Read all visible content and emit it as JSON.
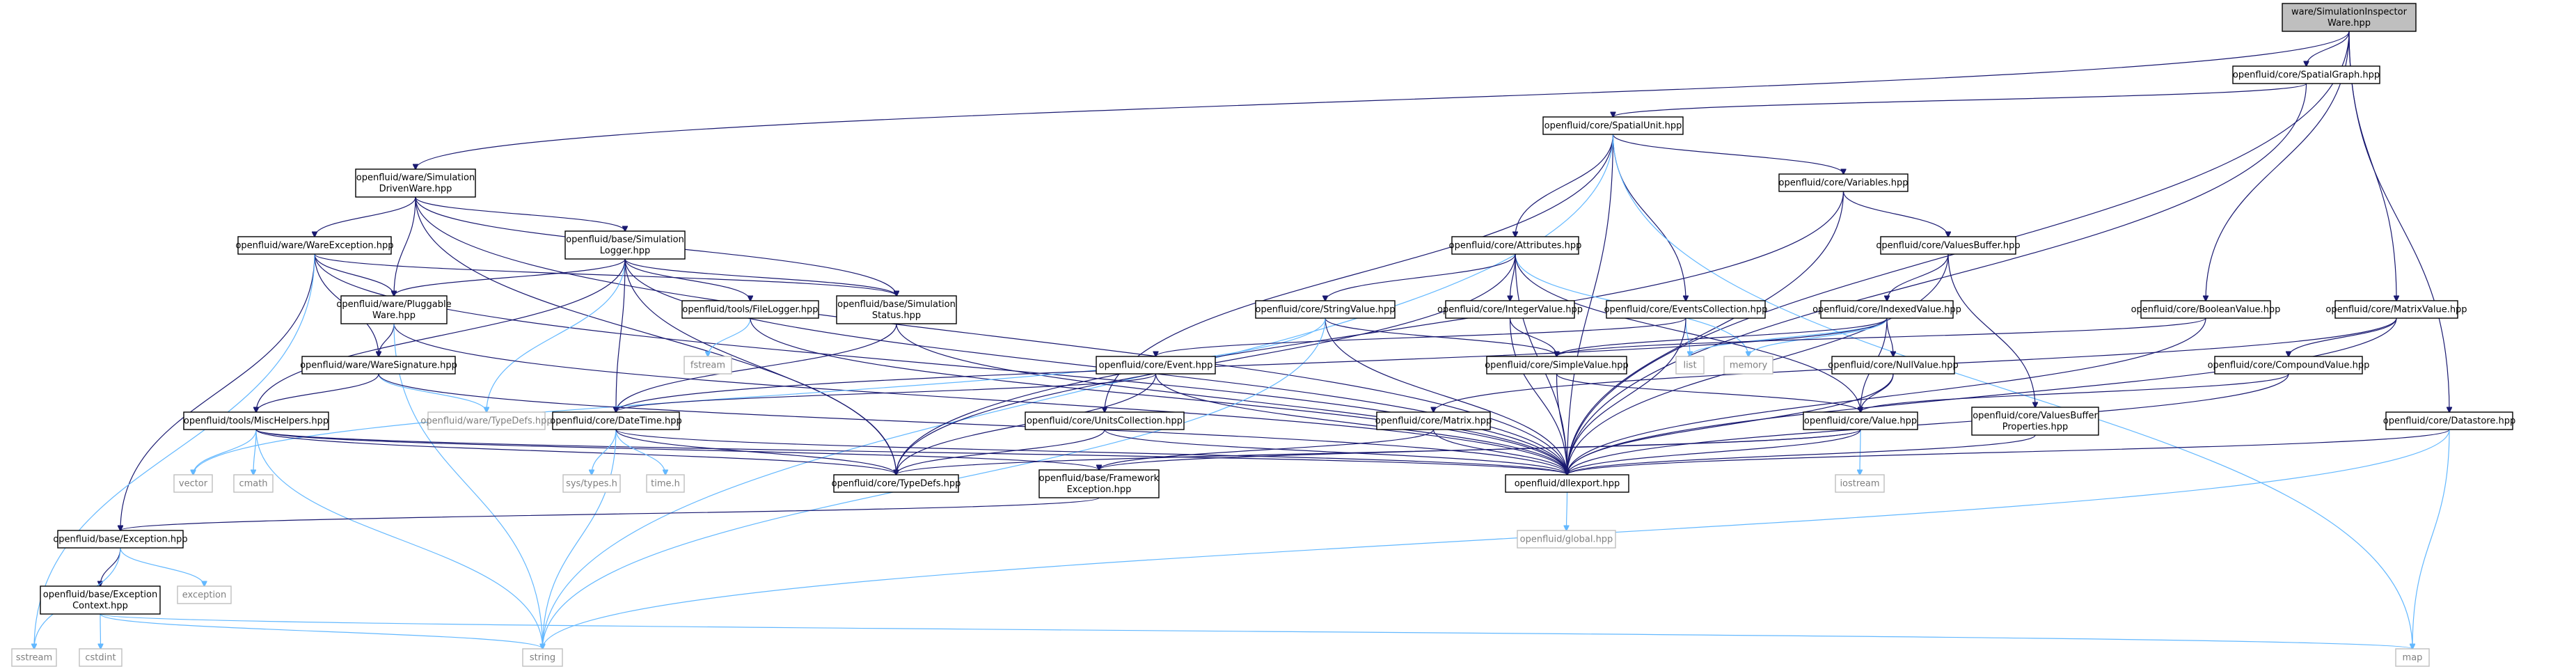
{
  "graph": {
    "nodes": [
      {
        "id": "root",
        "lines": [
          "ware/SimulationInspector",
          "Ware.hpp"
        ],
        "kind": "root"
      },
      {
        "id": "spatialgraph",
        "lines": [
          "openfluid/core/SpatialGraph.hpp"
        ],
        "kind": "header"
      },
      {
        "id": "spatialunit",
        "lines": [
          "openfluid/core/SpatialUnit.hpp"
        ],
        "kind": "header"
      },
      {
        "id": "simdriven",
        "lines": [
          "openfluid/ware/Simulation",
          "DrivenWare.hpp"
        ],
        "kind": "header"
      },
      {
        "id": "variables",
        "lines": [
          "openfluid/core/Variables.hpp"
        ],
        "kind": "header"
      },
      {
        "id": "wareexc",
        "lines": [
          "openfluid/ware/WareException.hpp"
        ],
        "kind": "header"
      },
      {
        "id": "simlogger",
        "lines": [
          "openfluid/base/Simulation",
          "Logger.hpp"
        ],
        "kind": "header"
      },
      {
        "id": "attributes",
        "lines": [
          "openfluid/core/Attributes.hpp"
        ],
        "kind": "header"
      },
      {
        "id": "valuesbuffer",
        "lines": [
          "openfluid/core/ValuesBuffer.hpp"
        ],
        "kind": "header"
      },
      {
        "id": "pluggable",
        "lines": [
          "openfluid/ware/Pluggable",
          "Ware.hpp"
        ],
        "kind": "header"
      },
      {
        "id": "filelogger",
        "lines": [
          "openfluid/tools/FileLogger.hpp"
        ],
        "kind": "header"
      },
      {
        "id": "simstatus",
        "lines": [
          "openfluid/base/Simulation",
          "Status.hpp"
        ],
        "kind": "header"
      },
      {
        "id": "stringvalue",
        "lines": [
          "openfluid/core/StringValue.hpp"
        ],
        "kind": "header"
      },
      {
        "id": "integervalue",
        "lines": [
          "openfluid/core/IntegerValue.hpp"
        ],
        "kind": "header"
      },
      {
        "id": "eventscoll",
        "lines": [
          "openfluid/core/EventsCollection.hpp"
        ],
        "kind": "header"
      },
      {
        "id": "indexedvalue",
        "lines": [
          "openfluid/core/IndexedValue.hpp"
        ],
        "kind": "header"
      },
      {
        "id": "booleanvalue",
        "lines": [
          "openfluid/core/BooleanValue.hpp"
        ],
        "kind": "header"
      },
      {
        "id": "matrixvalue",
        "lines": [
          "openfluid/core/MatrixValue.hpp"
        ],
        "kind": "header"
      },
      {
        "id": "waresig",
        "lines": [
          "openfluid/ware/WareSignature.hpp"
        ],
        "kind": "header"
      },
      {
        "id": "event",
        "lines": [
          "openfluid/core/Event.hpp"
        ],
        "kind": "header"
      },
      {
        "id": "simplevalue",
        "lines": [
          "openfluid/core/SimpleValue.hpp"
        ],
        "kind": "header"
      },
      {
        "id": "nullvalue",
        "lines": [
          "openfluid/core/NullValue.hpp"
        ],
        "kind": "header"
      },
      {
        "id": "compoundvalue",
        "lines": [
          "openfluid/core/CompoundValue.hpp"
        ],
        "kind": "header"
      },
      {
        "id": "mischelpers",
        "lines": [
          "openfluid/tools/MiscHelpers.hpp"
        ],
        "kind": "header"
      },
      {
        "id": "datetime",
        "lines": [
          "openfluid/core/DateTime.hpp"
        ],
        "kind": "header"
      },
      {
        "id": "unitscoll",
        "lines": [
          "openfluid/core/UnitsCollection.hpp"
        ],
        "kind": "header"
      },
      {
        "id": "matrix",
        "lines": [
          "openfluid/core/Matrix.hpp"
        ],
        "kind": "header"
      },
      {
        "id": "value",
        "lines": [
          "openfluid/core/Value.hpp"
        ],
        "kind": "header"
      },
      {
        "id": "valuesbufprops",
        "lines": [
          "openfluid/core/ValuesBuffer",
          "Properties.hpp"
        ],
        "kind": "header"
      },
      {
        "id": "datastore",
        "lines": [
          "openfluid/core/Datastore.hpp"
        ],
        "kind": "header"
      },
      {
        "id": "typedefs",
        "lines": [
          "openfluid/core/TypeDefs.hpp"
        ],
        "kind": "header"
      },
      {
        "id": "fwexception",
        "lines": [
          "openfluid/base/Framework",
          "Exception.hpp"
        ],
        "kind": "header"
      },
      {
        "id": "dllexport",
        "lines": [
          "openfluid/dllexport.hpp"
        ],
        "kind": "header"
      },
      {
        "id": "exception",
        "lines": [
          "openfluid/base/Exception.hpp"
        ],
        "kind": "header"
      },
      {
        "id": "exccontext",
        "lines": [
          "openfluid/base/Exception",
          "Context.hpp"
        ],
        "kind": "header"
      },
      {
        "id": "waretypedefs",
        "lines": [
          "openfluid/ware/TypeDefs.hpp"
        ],
        "kind": "ext"
      },
      {
        "id": "fstream",
        "lines": [
          "fstream"
        ],
        "kind": "ext"
      },
      {
        "id": "list",
        "lines": [
          "list"
        ],
        "kind": "ext"
      },
      {
        "id": "memory",
        "lines": [
          "memory"
        ],
        "kind": "ext"
      },
      {
        "id": "vector",
        "lines": [
          "vector"
        ],
        "kind": "ext"
      },
      {
        "id": "cmath",
        "lines": [
          "cmath"
        ],
        "kind": "ext"
      },
      {
        "id": "systypes",
        "lines": [
          "sys/types.h"
        ],
        "kind": "ext"
      },
      {
        "id": "timeh",
        "lines": [
          "time.h"
        ],
        "kind": "ext"
      },
      {
        "id": "iostream",
        "lines": [
          "iostream"
        ],
        "kind": "ext"
      },
      {
        "id": "global",
        "lines": [
          "openfluid/global.hpp"
        ],
        "kind": "ext"
      },
      {
        "id": "stdexception",
        "lines": [
          "exception"
        ],
        "kind": "ext"
      },
      {
        "id": "sstream",
        "lines": [
          "sstream"
        ],
        "kind": "ext"
      },
      {
        "id": "cstdint",
        "lines": [
          "cstdint"
        ],
        "kind": "ext"
      },
      {
        "id": "string",
        "lines": [
          "string"
        ],
        "kind": "ext"
      },
      {
        "id": "map",
        "lines": [
          "map"
        ],
        "kind": "ext"
      }
    ],
    "edges": [
      [
        "root",
        "spatialgraph"
      ],
      [
        "root",
        "simdriven"
      ],
      [
        "root",
        "booleanvalue"
      ],
      [
        "root",
        "matrixvalue"
      ],
      [
        "root",
        "datastore"
      ],
      [
        "root",
        "dllexport"
      ],
      [
        "spatialgraph",
        "spatialunit"
      ],
      [
        "spatialgraph",
        "dllexport"
      ],
      [
        "spatialunit",
        "variables"
      ],
      [
        "spatialunit",
        "attributes"
      ],
      [
        "spatialunit",
        "eventscoll"
      ],
      [
        "spatialunit",
        "unitscoll"
      ],
      [
        "spatialunit",
        "dllexport"
      ],
      [
        "spatialunit",
        "string"
      ],
      [
        "spatialunit",
        "map"
      ],
      [
        "simdriven",
        "wareexc"
      ],
      [
        "simdriven",
        "simlogger"
      ],
      [
        "simdriven",
        "pluggable"
      ],
      [
        "simdriven",
        "simstatus"
      ],
      [
        "simdriven",
        "typedefs"
      ],
      [
        "simdriven",
        "dllexport"
      ],
      [
        "variables",
        "valuesbuffer"
      ],
      [
        "variables",
        "typedefs"
      ],
      [
        "variables",
        "dllexport"
      ],
      [
        "wareexc",
        "pluggable"
      ],
      [
        "wareexc",
        "waresig"
      ],
      [
        "wareexc",
        "exception"
      ],
      [
        "wareexc",
        "simstatus"
      ],
      [
        "wareexc",
        "dllexport"
      ],
      [
        "wareexc",
        "sstream"
      ],
      [
        "simlogger",
        "filelogger"
      ],
      [
        "simlogger",
        "simstatus"
      ],
      [
        "simlogger",
        "datetime"
      ],
      [
        "simlogger",
        "pluggable"
      ],
      [
        "simlogger",
        "waretypedefs"
      ],
      [
        "simlogger",
        "mischelpers"
      ],
      [
        "simlogger",
        "typedefs"
      ],
      [
        "simlogger",
        "dllexport"
      ],
      [
        "attributes",
        "stringvalue"
      ],
      [
        "attributes",
        "integervalue"
      ],
      [
        "attributes",
        "typedefs"
      ],
      [
        "attributes",
        "dllexport"
      ],
      [
        "attributes",
        "memory"
      ],
      [
        "attributes",
        "value"
      ],
      [
        "valuesbuffer",
        "indexedvalue"
      ],
      [
        "valuesbuffer",
        "valuesbufprops"
      ],
      [
        "valuesbuffer",
        "dllexport"
      ],
      [
        "pluggable",
        "waresig"
      ],
      [
        "pluggable",
        "dllexport"
      ],
      [
        "pluggable",
        "string"
      ],
      [
        "filelogger",
        "fstream"
      ],
      [
        "filelogger",
        "dllexport"
      ],
      [
        "simstatus",
        "datetime"
      ],
      [
        "simstatus",
        "dllexport"
      ],
      [
        "stringvalue",
        "simplevalue"
      ],
      [
        "stringvalue",
        "vector"
      ],
      [
        "stringvalue",
        "dllexport"
      ],
      [
        "stringvalue",
        "string"
      ],
      [
        "integervalue",
        "simplevalue"
      ],
      [
        "integervalue",
        "dllexport"
      ],
      [
        "eventscoll",
        "event"
      ],
      [
        "eventscoll",
        "list"
      ],
      [
        "eventscoll",
        "dllexport"
      ],
      [
        "indexedvalue",
        "nullvalue"
      ],
      [
        "indexedvalue",
        "simplevalue"
      ],
      [
        "indexedvalue",
        "value"
      ],
      [
        "indexedvalue",
        "list"
      ],
      [
        "indexedvalue",
        "memory"
      ],
      [
        "indexedvalue",
        "datetime"
      ],
      [
        "booleanvalue",
        "simplevalue"
      ],
      [
        "booleanvalue",
        "dllexport"
      ],
      [
        "matrixvalue",
        "compoundvalue"
      ],
      [
        "matrixvalue",
        "matrix"
      ],
      [
        "matrixvalue",
        "dllexport"
      ],
      [
        "waresig",
        "mischelpers"
      ],
      [
        "waresig",
        "waretypedefs"
      ],
      [
        "waresig",
        "dllexport"
      ],
      [
        "event",
        "datetime"
      ],
      [
        "event",
        "typedefs"
      ],
      [
        "event",
        "dllexport"
      ],
      [
        "simplevalue",
        "value"
      ],
      [
        "simplevalue",
        "dllexport"
      ],
      [
        "nullvalue",
        "value"
      ],
      [
        "nullvalue",
        "dllexport"
      ],
      [
        "compoundvalue",
        "value"
      ],
      [
        "compoundvalue",
        "dllexport"
      ],
      [
        "mischelpers",
        "vector"
      ],
      [
        "mischelpers",
        "cmath"
      ],
      [
        "mischelpers",
        "string"
      ],
      [
        "mischelpers",
        "typedefs"
      ],
      [
        "mischelpers",
        "fwexception"
      ],
      [
        "mischelpers",
        "dllexport"
      ],
      [
        "datetime",
        "systypes"
      ],
      [
        "datetime",
        "timeh"
      ],
      [
        "datetime",
        "string"
      ],
      [
        "datetime",
        "typedefs"
      ],
      [
        "datetime",
        "dllexport"
      ],
      [
        "unitscoll",
        "typedefs"
      ],
      [
        "unitscoll",
        "dllexport"
      ],
      [
        "matrix",
        "fwexception"
      ],
      [
        "matrix",
        "dllexport"
      ],
      [
        "value",
        "iostream"
      ],
      [
        "value",
        "dllexport"
      ],
      [
        "value",
        "typedefs"
      ],
      [
        "value",
        "fwexception"
      ],
      [
        "valuesbufprops",
        "dllexport"
      ],
      [
        "datastore",
        "dllexport"
      ],
      [
        "datastore",
        "map"
      ],
      [
        "datastore",
        "string"
      ],
      [
        "fwexception",
        "exception"
      ],
      [
        "dllexport",
        "global"
      ],
      [
        "exception",
        "stdexception"
      ],
      [
        "exception",
        "exccontext"
      ],
      [
        "exception",
        "sstream"
      ],
      [
        "exccontext",
        "cstdint"
      ],
      [
        "exccontext",
        "string"
      ],
      [
        "exccontext",
        "map"
      ]
    ]
  }
}
